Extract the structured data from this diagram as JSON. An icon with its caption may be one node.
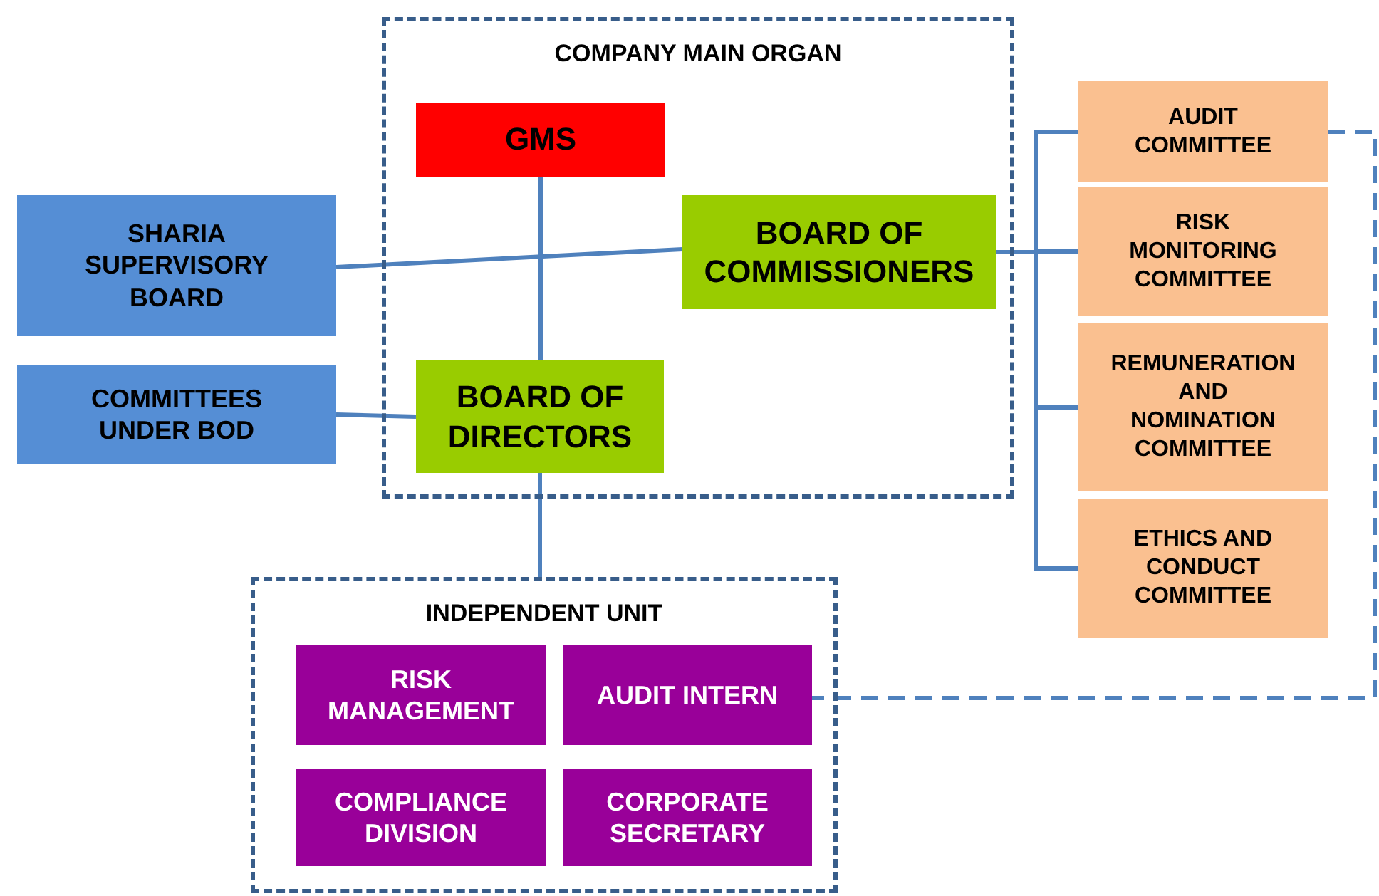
{
  "diagram": {
    "nodes": [
      {
        "text": [
          "COMPANY MAIN ORGAN"
        ]
      },
      {
        "text": [
          "GMS"
        ],
        "in": 0
      },
      {
        "text": [
          "BOARD OF COMMISSIONERS"
        ],
        "in": 0
      },
      {
        "text": [
          "BOARD OF DIRECTORS"
        ],
        "in": 0
      },
      {
        "text": [
          "SHARIA SUPERVISORY BOARD"
        ]
      },
      {
        "text": [
          "COMMITTEES UNDER BOD"
        ]
      },
      {
        "text": [
          "AUDIT COMMITTEE"
        ]
      },
      {
        "text": [
          "RISK MONITORING COMMITTEE"
        ]
      },
      {
        "text": [
          "REMUNERATION AND NOMINATION COMMITTEE"
        ]
      },
      {
        "text": [
          "ETHICS AND CONDUCT COMMITTEE"
        ]
      },
      {
        "text": [
          "INDEPENDENT UNIT"
        ]
      },
      {
        "text": [
          "RISK MANAGEMENT"
        ],
        "in": 10
      },
      {
        "text": [
          "AUDIT INTERN"
        ],
        "in": 10
      },
      {
        "text": [
          "COMPLIANCE DIVISION"
        ],
        "in": 10
      },
      {
        "text": [
          "CORPORATE SECRETARY"
        ],
        "in": 10
      }
    ],
    "edges": [
      {
        "from": 1,
        "to": 3,
        "arrow": "none"
      },
      {
        "from": 4,
        "to": 2,
        "arrow": "none"
      },
      {
        "from": 5,
        "to": 3,
        "arrow": "none"
      },
      {
        "from": 2,
        "to": 6,
        "arrow": "none"
      },
      {
        "from": 2,
        "to": 7,
        "arrow": "none"
      },
      {
        "from": 2,
        "to": 8,
        "arrow": "none"
      },
      {
        "from": 2,
        "to": 9,
        "arrow": "none"
      },
      {
        "from": 3,
        "to": 10,
        "arrow": "none"
      },
      {
        "from": 6,
        "to": 12,
        "arrow": "none",
        "style": "dashed"
      }
    ]
  }
}
